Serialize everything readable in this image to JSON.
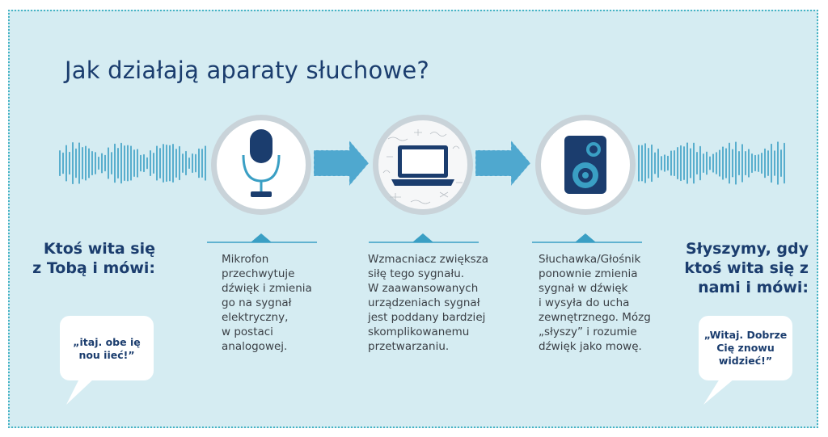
{
  "title": "Jak działają aparaty słuchowe?",
  "left": {
    "heading": [
      "Ktoś wita się",
      "z Tobą i mówi:"
    ],
    "bubble": [
      "„itaj. obe ię",
      "nou iieć!”"
    ]
  },
  "right": {
    "heading": [
      "Słyszymy, gdy",
      "ktoś wita się z",
      "nami i mówi:"
    ],
    "bubble": [
      "„Witaj. Dobrze",
      "Cię znowu",
      "widzieć!”"
    ]
  },
  "steps": [
    {
      "icon": "microphone-icon",
      "lines": [
        "Mikrofon",
        "przechwytuje",
        "dźwięk i zmienia",
        "go na sygnał",
        "elektryczny,",
        "w postaci",
        "analogowej."
      ]
    },
    {
      "icon": "laptop-icon",
      "lines": [
        "Wzmacniacz zwiększa",
        "siłę tego sygnału.",
        "W zaawansowanych",
        "urządzeniach sygnał",
        "jest poddany bardziej",
        "skomplikowanemu",
        "przetwarzaniu."
      ]
    },
    {
      "icon": "speaker-icon",
      "lines": [
        "Słuchawka/Głośnik",
        "ponownie zmienia",
        "sygnał w dźwięk",
        "i wysyła do ucha",
        "zewnętrznego. Mózg",
        "„słyszy” i rozumie",
        "dźwięk jako mowę."
      ]
    }
  ],
  "colors": {
    "background": "#d5ecf2",
    "navy": "#1b3d6e",
    "teal": "#3a9fc4",
    "ring": "#cfd6db"
  }
}
